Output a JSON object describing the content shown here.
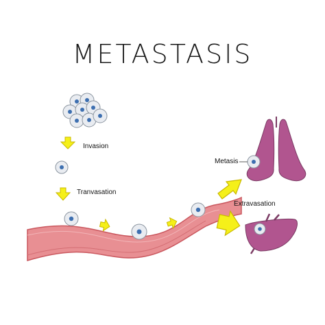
{
  "title": "METASTASIS",
  "labels": {
    "invasion": "Invasion",
    "tranvasation": "Tranvasation",
    "metasis": "Metasis",
    "extravasation": "Extravasation"
  },
  "colors": {
    "vessel": "#e88f93",
    "vessel_edge": "#c9565d",
    "arrow": "#f5f019",
    "arrow_edge": "#c9b800",
    "organ": "#b1558f",
    "organ_edge": "#7a3a63",
    "cell": "#e9ecf1",
    "nucleus": "#3d6fb0"
  },
  "icons": {
    "lungs": "lungs-icon",
    "liver": "liver-icon",
    "flow_arrow": "yellow-arrow-icon"
  }
}
